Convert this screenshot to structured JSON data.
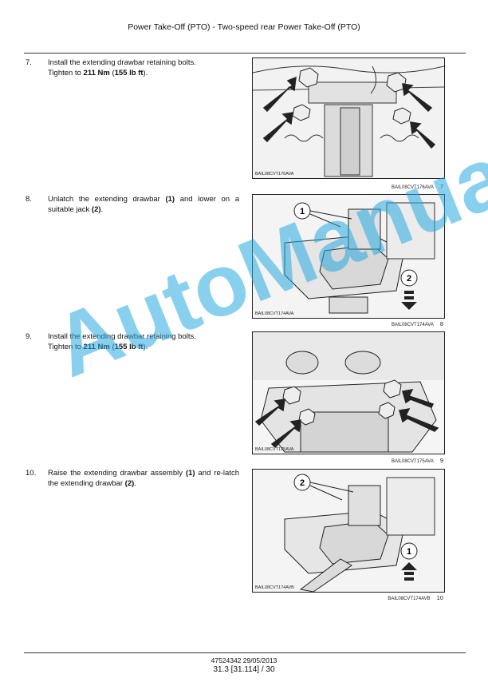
{
  "header": {
    "title": "Power Take-Off (PTO) - Two-speed rear Power Take-Off (PTO)"
  },
  "steps": [
    {
      "num": "7.",
      "t1": "Install the extending drawbar retaining bolts.",
      "t2": "Tighten to ",
      "b1": "211 Nm",
      "t3": " (",
      "b2": "155 lb ft",
      "t4": ").",
      "code": "BAIL08CVT176AVA",
      "caption": "BAIL08CVT176AVA",
      "fig": "7"
    },
    {
      "num": "8.",
      "t1": "Unlatch the extending drawbar ",
      "b1": "(1)",
      "t2": " and lower on a suitable jack ",
      "b2": "(2)",
      "t3": ".",
      "code": "BAIL08CVT174AVA",
      "caption": "BAIL08CVT174AVA",
      "fig": "8",
      "callout1": "1",
      "callout2": "2"
    },
    {
      "num": "9.",
      "t1": "Install the extending drawbar retaining bolts.",
      "t2": "Tighten to ",
      "b1": "211 Nm",
      "t3": " (",
      "b2": "155 lb ft",
      "t4": ").",
      "code": "BAIL08CVT175AVA",
      "caption": "BAIL08CVT175AVA",
      "fig": "9"
    },
    {
      "num": "10.",
      "t1": "Raise the extending drawbar assembly ",
      "b1": "(1)",
      "t2": " and re-latch the extending drawbar ",
      "b2": "(2)",
      "t3": ".",
      "code": "BAIL08CVT174AVB",
      "caption": "BAIL08CVT174AVB",
      "fig": "10",
      "callout1": "2",
      "callout2": "1"
    }
  ],
  "footer": {
    "doc": "47524342 29/05/2013",
    "page": "31.3 [31.114] / 30"
  },
  "watermark": "AutoManual"
}
